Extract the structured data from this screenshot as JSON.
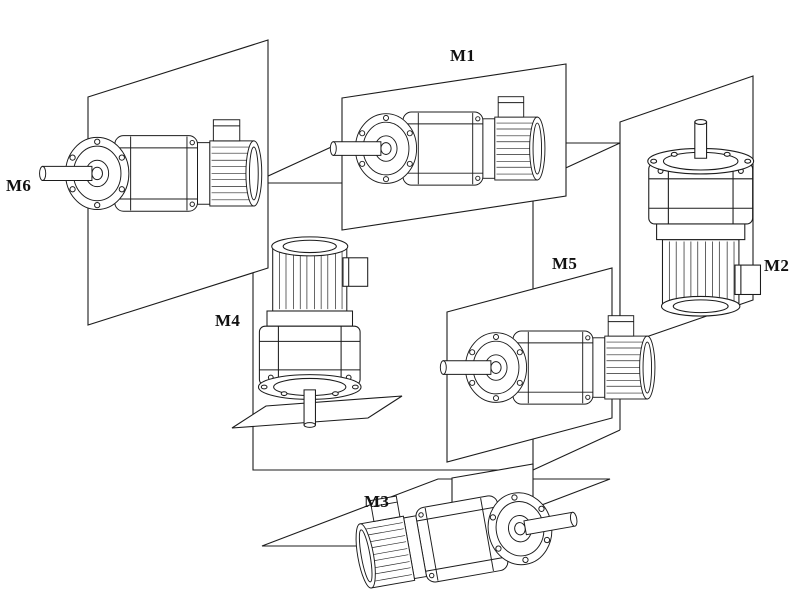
{
  "diagram": {
    "labels": {
      "m1": "M1",
      "m2": "M2",
      "m3": "M3",
      "m4": "M4",
      "m5": "M5",
      "m6": "M6"
    },
    "colors": {
      "line": "#1c1c1c",
      "background": "#ffffff",
      "text": "#111111"
    }
  }
}
